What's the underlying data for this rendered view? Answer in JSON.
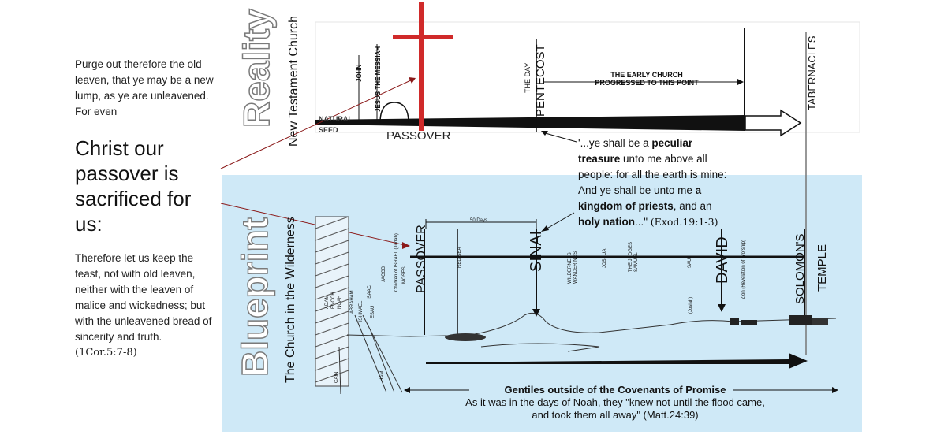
{
  "left": {
    "para1": [
      "Purge out therefore the old",
      "leaven, that ye may be a new",
      "lump, as ye are unleavened.",
      "For even"
    ],
    "big": [
      "Christ our",
      "passover is",
      "sacrificed for",
      "us:"
    ],
    "para2": [
      "Therefore let us keep the",
      "feast, not with old leaven,",
      "neither with the leaven of",
      "malice and wickedness; but",
      "with the unleavened bread of",
      "sincerity and truth."
    ],
    "citation": "(1Cor.5:7-8)"
  },
  "reality": {
    "word": "Reality",
    "subtitle": "New Testament Church",
    "natural": "NATURAL",
    "seed": "SEED",
    "john": "JOHN",
    "jesus": "JESUS THE MESSIAH",
    "passover": "PASSOVER",
    "the_day": "THE DAY",
    "pentecost": "PENTECOST",
    "early_church_1": "THE EARLY CHURCH",
    "early_church_2": "PROGRESSED TO THIS POINT",
    "tabernacles": "TABERNACLES"
  },
  "quote": {
    "l1a": "'...ye shall be a ",
    "l1b": "peculiar",
    "l2a": "treasure",
    "l2b": " unto me above all",
    "l3": "people: for all the earth is mine:",
    "l4a": "And ye shall be unto me ",
    "l4b": "a",
    "l5a": "kingdom of priests",
    "l5b": ", and an",
    "l6a": "holy nation",
    "l6b": "...\" ",
    "l6c": "(Exod.19:1-3)"
  },
  "blueprint": {
    "word": "Blueprint",
    "subtitle": "The Church in the Wilderness",
    "adam": "ADAM",
    "enoch": "ENOCH",
    "noah": "NOAH",
    "abraham": "ABRAHAM",
    "ishmael": "ISHMAEL",
    "isaac": "ISAAC",
    "esau": "ESAU",
    "jacob": "JACOB",
    "children": "Children of ISRAEL (Judah)",
    "moses": "MOSES",
    "passover": "PASSOVER",
    "fifty_days": "50 Days",
    "red_sea": "RED SEA",
    "sinai": "SINAI",
    "wilderness": "WILDERNESS WANDERINGS",
    "joshua": "JOSHUA",
    "judges": "THE JUDGES SAMUEL",
    "saul": "SAUL",
    "david": "DAVID",
    "zion": "Zion (Revelation of Worship)",
    "josiah": "(Josiah)",
    "temple_1": "SOLOMON'S",
    "temple_2": "TEMPLE",
    "cain": "CAIN",
    "ham": "HAM"
  },
  "gentiles": {
    "title": "Gentiles outside of the Covenants of Promise",
    "line1": "As it was in the days of Noah, they \"knew not until the flood came,",
    "line2": "and took them all away\" (Matt.24:39)"
  },
  "colors": {
    "cross": "#d02a2a",
    "pointer": "#8b1a1a",
    "blueprint_bg": "#cfe9f7"
  }
}
